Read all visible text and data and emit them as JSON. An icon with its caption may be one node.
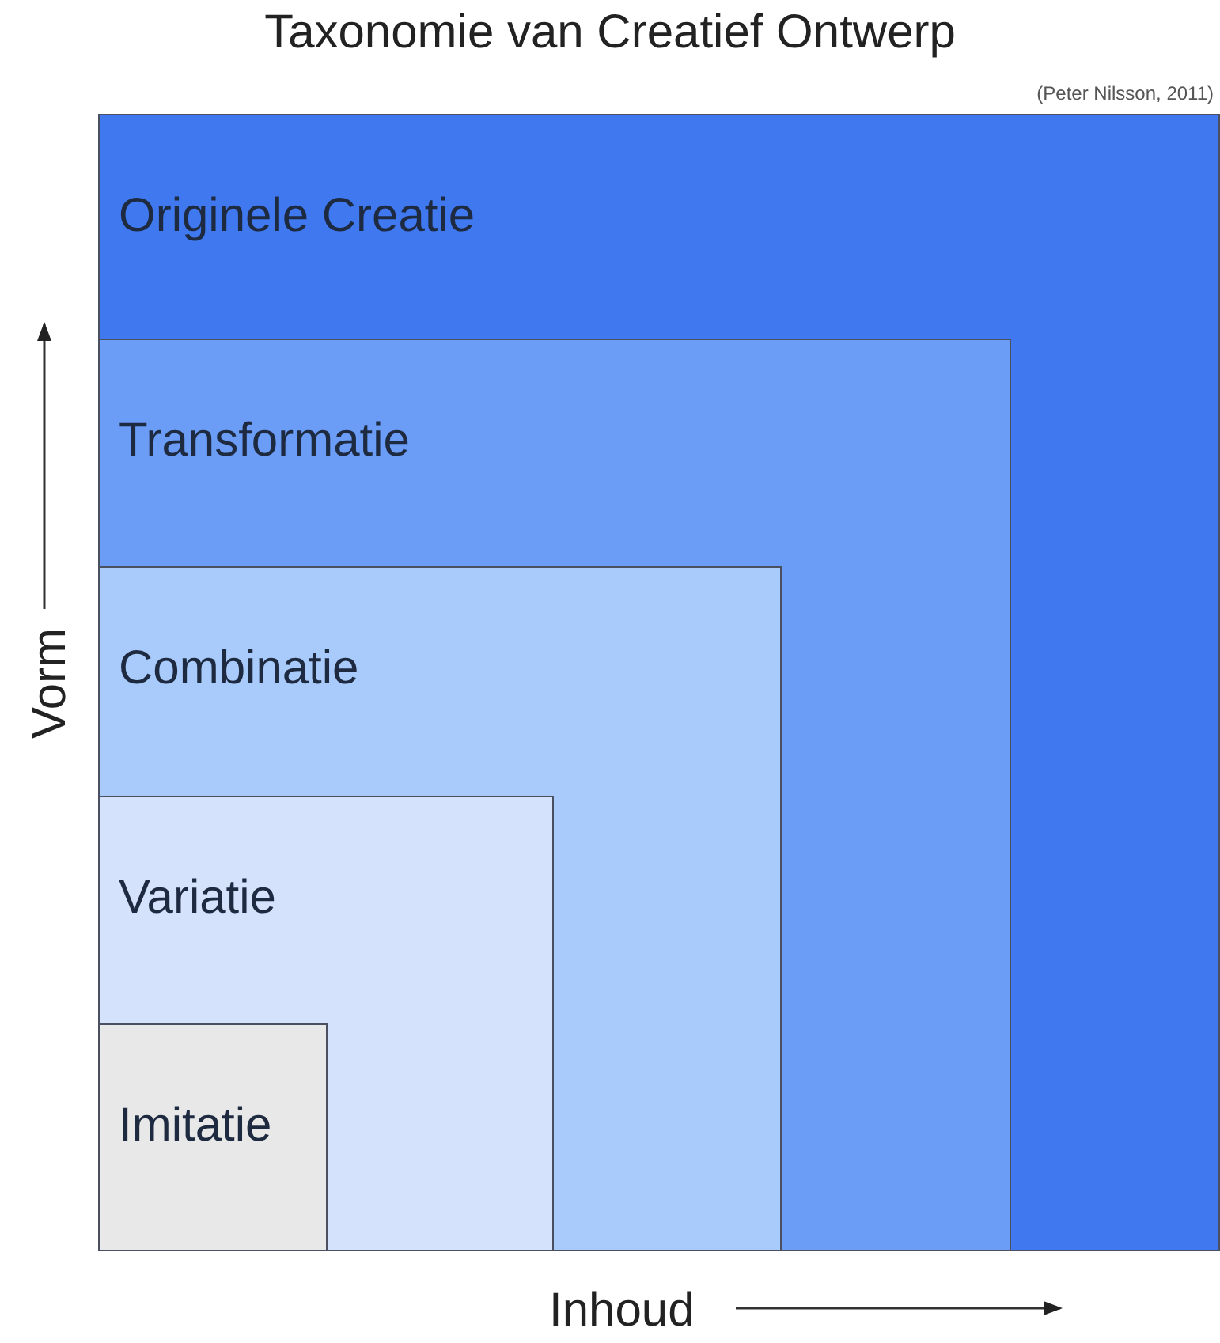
{
  "diagram": {
    "title": "Taxonomie van Creatief Ontwerp",
    "nodes": [
      {
        "text": [
          "Originele Creatie"
        ]
      },
      {
        "text": [
          "Transformatie"
        ],
        "in": 0
      },
      {
        "text": [
          "Combinatie"
        ],
        "in": 1
      },
      {
        "text": [
          "Variatie"
        ],
        "in": 2
      },
      {
        "text": [
          "Imitatie"
        ],
        "in": 3
      }
    ],
    "edges": [],
    "labels": [
      "(Peter Nilsson, 2011)",
      "Vorm",
      "Inhoud"
    ]
  }
}
